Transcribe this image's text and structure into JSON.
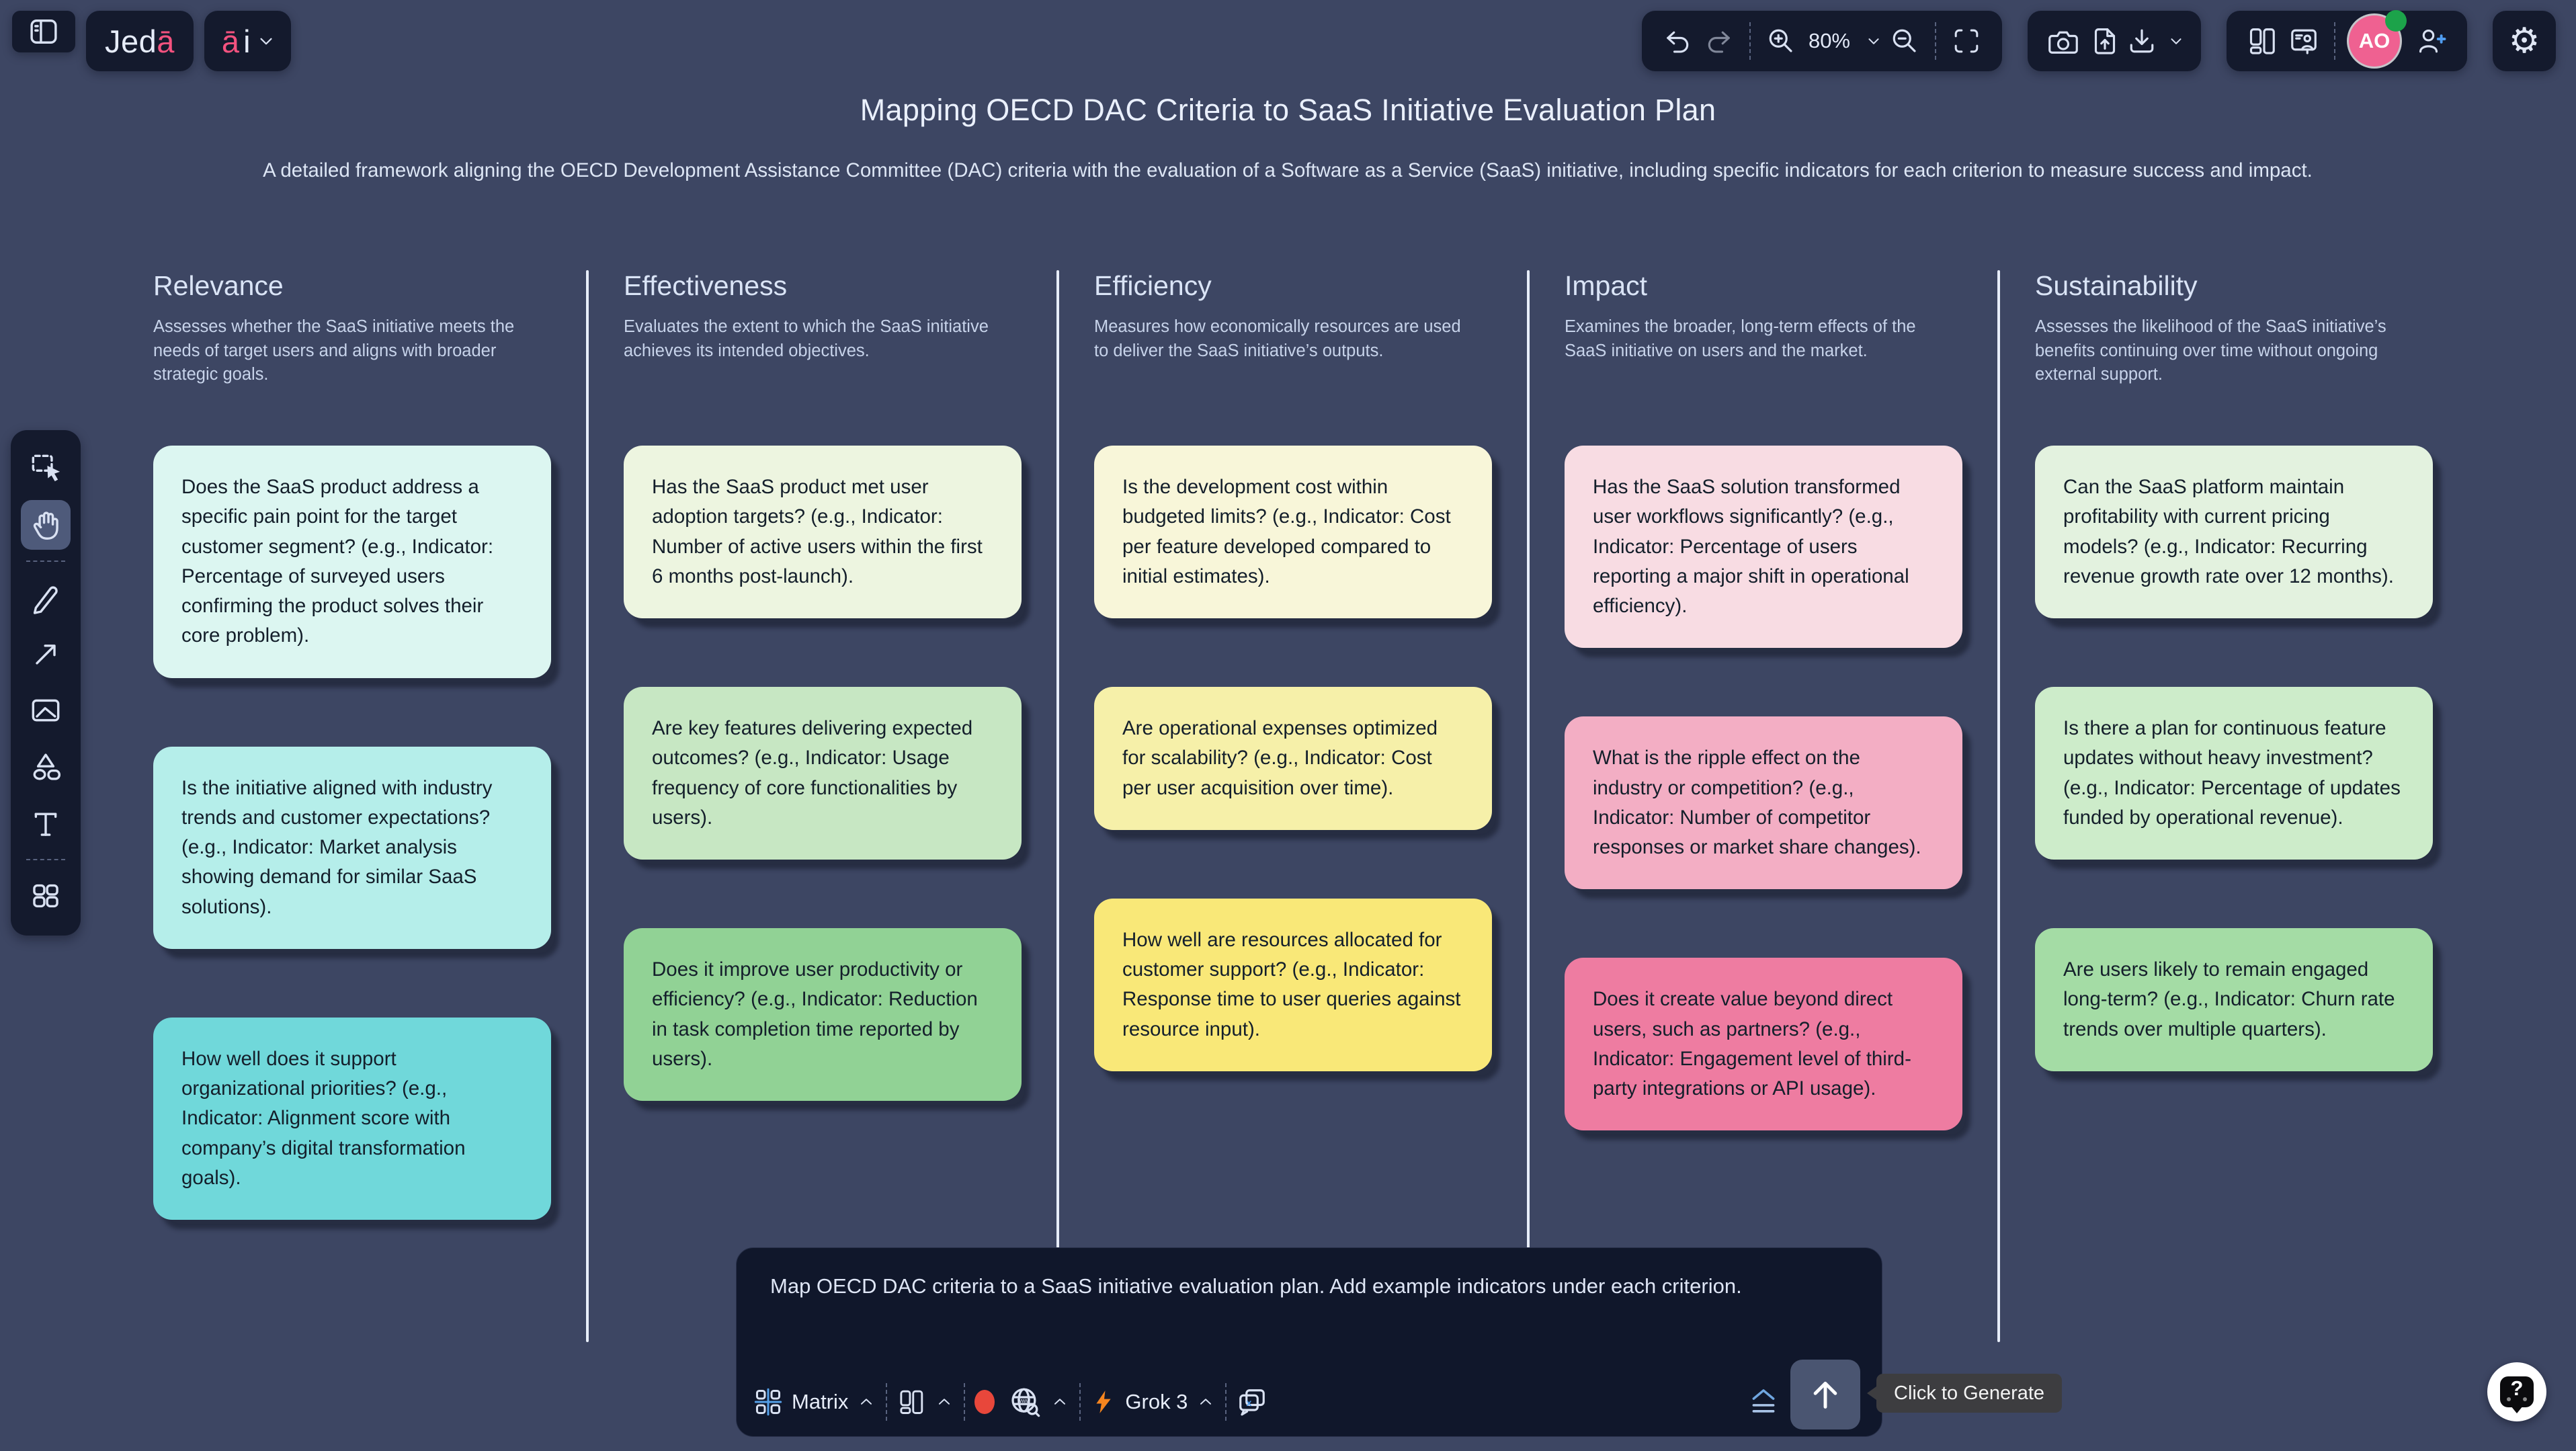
{
  "colors": {
    "canvas_bg": "#3d4663",
    "panel_bg": "#141a2d",
    "accent_pink": "#f4527f",
    "matrix_cross_blue": "#55a0e8",
    "record_dot_red": "#e8473b",
    "lightning_orange": "#f6851f",
    "avatar_bg": "#ef6191",
    "presence_green": "#1ca34a"
  },
  "topbar": {
    "logo_prefix": "Jed",
    "logo_accent": "ā",
    "ai_accent": "ā",
    "ai_suffix": "i",
    "zoom_level": "80%",
    "avatar_initials": "AO",
    "gear_glyph": "⚙"
  },
  "board": {
    "title": "Mapping OECD DAC Criteria to SaaS Initiative Evaluation Plan",
    "subtitle": "A detailed framework aligning the OECD Development Assistance Committee (DAC) criteria with the evaluation of a Software as a Service (SaaS) initiative, including specific indicators for each criterion to measure success and impact.",
    "columns": [
      {
        "title": "Relevance",
        "description": "Assesses whether the SaaS initiative meets the needs of target users and aligns with broader strategic goals.",
        "notes": [
          {
            "text": "Does the SaaS product address a specific pain point for the target customer segment? (e.g., Indicator: Percentage of surveyed users confirming the product solves their core problem).",
            "color": "#dcf6f1"
          },
          {
            "text": "Is the initiative aligned with industry trends and customer expectations? (e.g., Indicator: Market analysis showing demand for similar SaaS solutions).",
            "color": "#b5eeea"
          },
          {
            "text": "How well does it support organizational priorities? (e.g., Indicator: Alignment score with company’s digital transformation goals).",
            "color": "#70d8da"
          }
        ]
      },
      {
        "title": "Effectiveness",
        "description": "Evaluates the extent to which the SaaS initiative achieves its intended objectives.",
        "notes": [
          {
            "text": "Has the SaaS product met user adoption targets? (e.g., Indicator: Number of active users within the first 6 months post-launch).",
            "color": "#edf5e0"
          },
          {
            "text": "Are key features delivering expected outcomes? (e.g., Indicator: Usage frequency of core functionalities by users).",
            "color": "#c7e7c3"
          },
          {
            "text": "Does it improve user productivity or efficiency? (e.g., Indicator: Reduction in task completion time reported by users).",
            "color": "#91d295"
          }
        ]
      },
      {
        "title": "Efficiency",
        "description": "Measures how economically resources are used to deliver the SaaS initiative’s outputs.",
        "notes": [
          {
            "text": "Is the development cost within budgeted limits? (e.g., Indicator: Cost per feature developed compared to initial estimates).",
            "color": "#f8f6d9"
          },
          {
            "text": "Are operational expenses optimized for scalability? (e.g., Indicator: Cost per user acquisition over time).",
            "color": "#f6f0a9"
          },
          {
            "text": "How well are resources allocated for customer support? (e.g., Indicator: Response time to user queries against resource input).",
            "color": "#f9e878"
          }
        ]
      },
      {
        "title": "Impact",
        "description": "Examines the broader, long-term effects of the SaaS initiative on users and the market.",
        "notes": [
          {
            "text": "Has the SaaS solution transformed user workflows significantly? (e.g., Indicator: Percentage of users reporting a major shift in operational efficiency).",
            "color": "#f8dce3"
          },
          {
            "text": "What is the ripple effect on the industry or competition? (e.g., Indicator: Number of competitor responses or market share changes).",
            "color": "#f3aec4"
          },
          {
            "text": "Does it create value beyond direct users, such as partners? (e.g., Indicator: Engagement level of third-party integrations or API usage).",
            "color": "#ee7ca1"
          }
        ]
      },
      {
        "title": "Sustainability",
        "description": "Assesses the likelihood of the SaaS initiative’s benefits continuing over time without ongoing external support.",
        "notes": [
          {
            "text": "Can the SaaS platform maintain profitability with current pricing models? (e.g., Indicator: Recurring revenue growth rate over 12 months).",
            "color": "#e3f2df"
          },
          {
            "text": "Is there a plan for continuous feature updates without heavy investment? (e.g., Indicator: Percentage of updates funded by operational revenue).",
            "color": "#cdecca"
          },
          {
            "text": "Are users likely to remain engaged long-term? (e.g., Indicator: Churn rate trends over multiple quarters).",
            "color": "#a4dca5"
          }
        ]
      }
    ]
  },
  "prompt_bar": {
    "prompt_text": "Map OECD DAC criteria to a SaaS initiative evaluation plan. Add example indicators under each criterion.",
    "template_label": "Matrix",
    "model_label": "Grok 3",
    "tooltip": "Click to Generate"
  },
  "help": {
    "glyph": "?"
  }
}
